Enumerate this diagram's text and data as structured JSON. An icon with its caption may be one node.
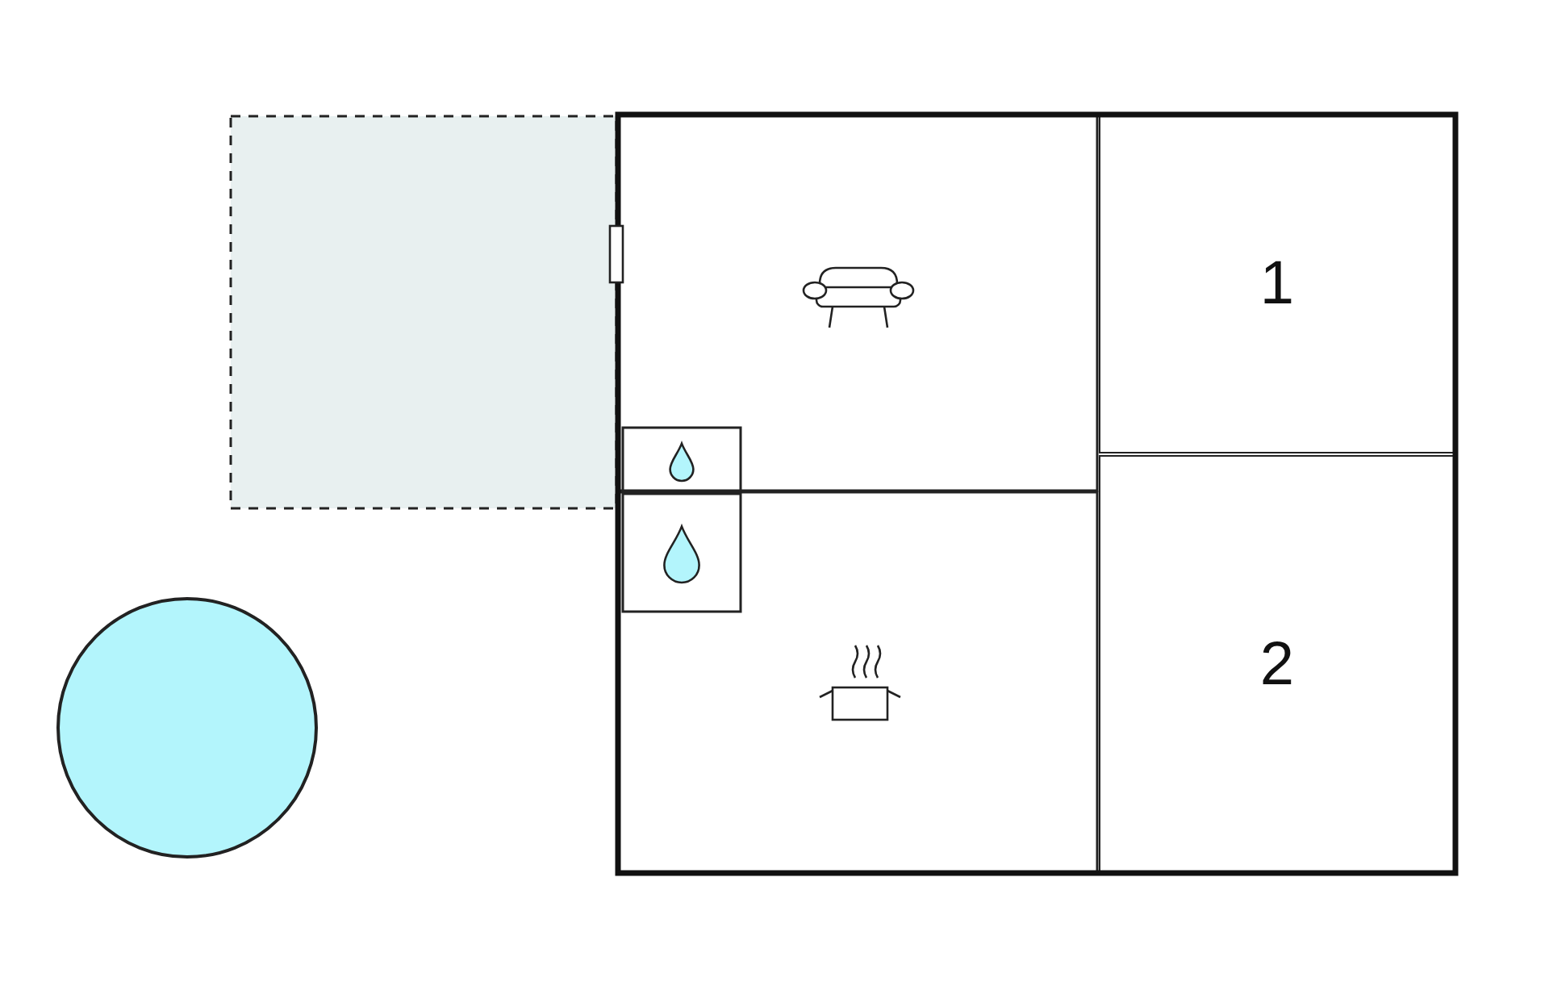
{
  "diagram": {
    "nodes": [
      {
        "text": [],
        "shape": "box"
      },
      {
        "text": [],
        "shape": "box"
      },
      {
        "text": [
          "1"
        ]
      },
      {
        "text": [],
        "shape": "box",
        "in": 1
      },
      {
        "text": [],
        "shape": "box"
      },
      {
        "text": [],
        "shape": "box",
        "in": 4
      },
      {
        "text": [
          "2"
        ]
      },
      {
        "text": [],
        "shape": "circle"
      }
    ]
  }
}
